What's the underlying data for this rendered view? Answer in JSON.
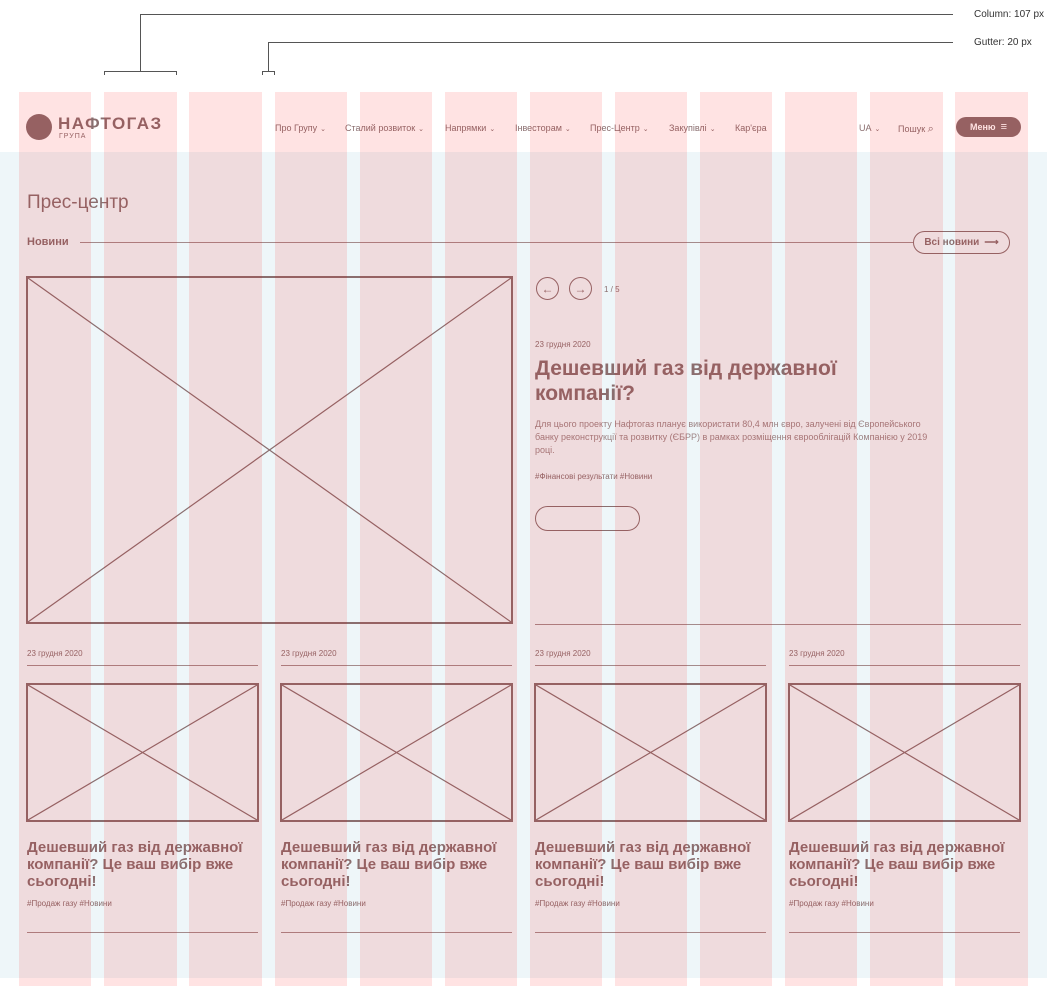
{
  "annotations": {
    "column_label": "Column: 107 px",
    "gutter_label": "Gutter: 20 px"
  },
  "header": {
    "logo_text": "НАФТОГАЗ",
    "logo_subtext": "ГРУПА",
    "nav": [
      {
        "label": "Про Групу",
        "has_dropdown": true
      },
      {
        "label": "Сталий розвиток",
        "has_dropdown": true
      },
      {
        "label": "Напрямки",
        "has_dropdown": true
      },
      {
        "label": "Інвесторам",
        "has_dropdown": true
      },
      {
        "label": "Прес-Центр",
        "has_dropdown": true
      },
      {
        "label": "Закупівлі",
        "has_dropdown": true
      },
      {
        "label": "Кар'єра",
        "has_dropdown": false
      }
    ],
    "language": "UA",
    "search_label": "Пошук",
    "menu_label": "Меню"
  },
  "page": {
    "title": "Прес-центр",
    "section_label": "Новини",
    "all_news_label": "Всі новини"
  },
  "featured": {
    "pager": "1 / 5",
    "date": "23 грудня 2020",
    "title": "Дешевший газ від державної компанії?",
    "description": "Для цього проекту Нафтогаз планує використати 80,4 млн євро, залучені від Європейського банку реконструкції та розвитку (ЄБРР) в рамках розміщення єврооблігацій Компанією у 2019 році.",
    "tags": "#Фінансові результати  #Новини"
  },
  "cards": [
    {
      "date": "23 грудня 2020",
      "title": "Дешевший газ від державної компанії? Це ваш вибір вже сьогодні!",
      "tags": "#Продаж газу  #Новини"
    },
    {
      "date": "23 грудня 2020",
      "title": "Дешевший газ від державної компанії? Це ваш вибір вже сьогодні!",
      "tags": "#Продаж газу  #Новини"
    },
    {
      "date": "23 грудня 2020",
      "title": "Дешевший газ від державної компанії? Це ваш вибір вже сьогодні!",
      "tags": "#Продаж газу  #Новини"
    },
    {
      "date": "23 грудня 2020",
      "title": "Дешевший газ від державної компанії? Це ваш вибір вже сьогодні!",
      "tags": "#Продаж газу  #Новини"
    }
  ],
  "colors": {
    "accent": "#8a6e6f",
    "background_band": "#eef6f9",
    "grid_overlay": "#ffe3e3"
  }
}
